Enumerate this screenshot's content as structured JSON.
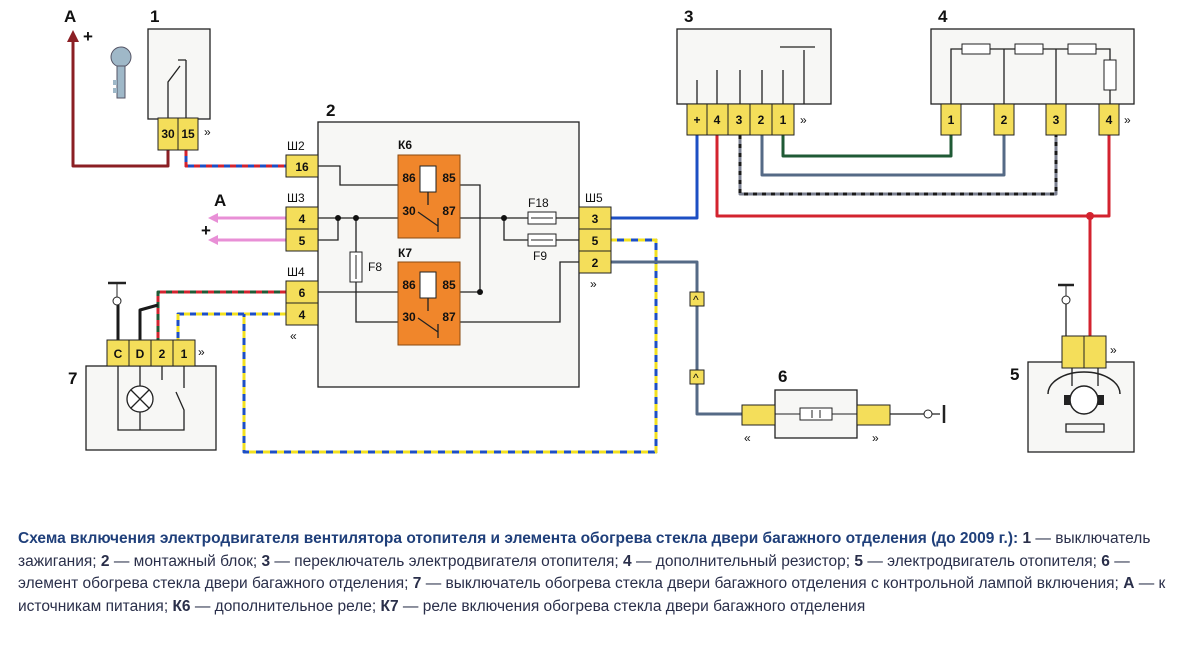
{
  "labels": {
    "comp1": "1",
    "comp2": "2",
    "comp3": "3",
    "comp4": "4",
    "comp5": "5",
    "comp6": "6",
    "comp7": "7",
    "a_top": "A",
    "a_mid": "A",
    "plus_top": "+",
    "plus_mid": "+",
    "k6": "К6",
    "k7": "К7",
    "f18": "F18",
    "f9": "F9",
    "f8": "F8",
    "sh2": "Ш2",
    "sh3": "Ш3",
    "sh4": "Ш4",
    "sh5": "Ш5"
  },
  "pins": {
    "ign30": "30",
    "ign15": "15",
    "sh2_16": "16",
    "sh3_4": "4",
    "sh3_5": "5",
    "sh4_6": "6",
    "sh4_4": "4",
    "sh5_3": "3",
    "sh5_5": "5",
    "sh5_2": "2",
    "k6_86": "86",
    "k6_85": "85",
    "k6_30": "30",
    "k6_87": "87",
    "k7_86": "86",
    "k7_85": "85",
    "k7_30": "30",
    "k7_87": "87",
    "sw_plus": "+",
    "sw_4": "4",
    "sw_3": "3",
    "sw_2": "2",
    "sw_1": "1",
    "res_1": "1",
    "res_2": "2",
    "res_3": "3",
    "res_4": "4",
    "btn_c": "С",
    "btn_d": "D",
    "btn_2": "2",
    "btn_1": "1"
  },
  "caption": {
    "title": "Схема включения электродвигателя вентилятора отопителя и элемента обогрева стекла двери багажного отделения (до 2009 г.):",
    "items": [
      {
        "key": "1",
        "text": " — выключатель зажигания; "
      },
      {
        "key": "2",
        "text": " — монтажный блок; "
      },
      {
        "key": "3",
        "text": " — переключатель электродвигателя отопителя; "
      },
      {
        "key": "4",
        "text": " — дополнительный резистор; "
      },
      {
        "key": "5",
        "text": " — электродвигатель отопителя; "
      },
      {
        "key": "6",
        "text": " — элемент обогрева стекла двери багажного отделения; "
      },
      {
        "key": "7",
        "text": " — выключатель обогрева стекла двери багажного отделения с контрольной лампой включения; "
      },
      {
        "key": "А",
        "text": " — к источникам питания; "
      },
      {
        "key": "К6",
        "text": " — дополнительное реле; "
      },
      {
        "key": "К7",
        "text": " — реле включения обогрева стекла двери багажного отделения"
      }
    ]
  },
  "colors": {
    "wire_black": "#1a1a1a",
    "wire_red": "#d3232f",
    "wire_blue": "#1d4fc4",
    "wire_pink": "#e88fd6",
    "wire_darkgreen": "#1f5a35",
    "wire_yellow": "#f2e020",
    "wire_gray": "#7a7f8f",
    "wire_slate": "#556a86",
    "box_fill": "#f7f7f5",
    "connector_fill": "#f4de5a",
    "relay_fill": "#f0862b",
    "caption_title": "#1f3f7a"
  }
}
